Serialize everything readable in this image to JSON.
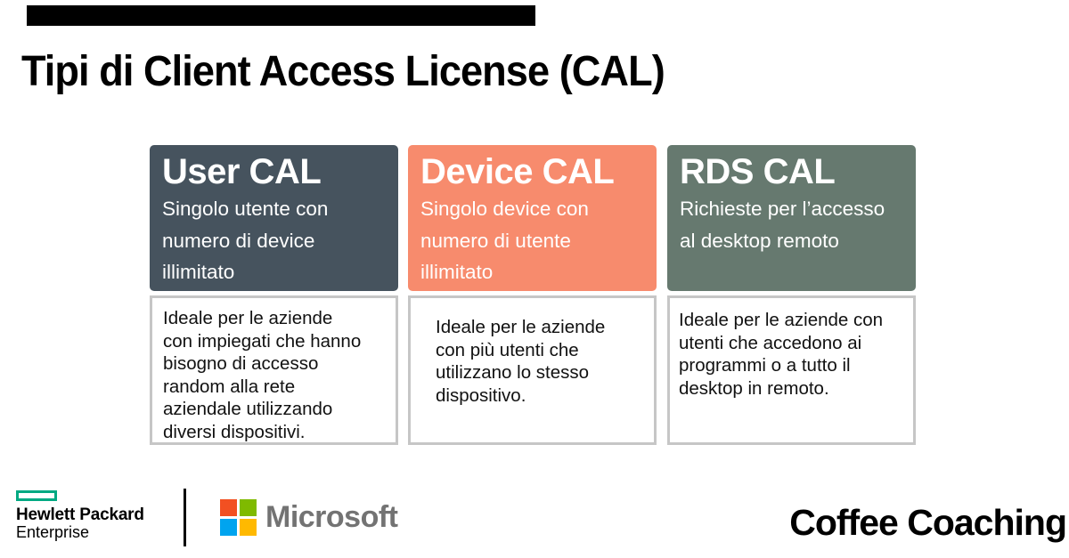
{
  "page": {
    "title": "Tipi di Client Access License (CAL)"
  },
  "cards": [
    {
      "title": "User CAL",
      "subtitle": "Singolo utente con\nnumero di device\nillimitato",
      "description": "Ideale per le aziende\ncon impiegati che hanno\nbisogno di accesso\nrandom alla rete\naziendale utilizzando\ndiversi dispositivi.",
      "header_color": "#46535E"
    },
    {
      "title": "Device CAL",
      "subtitle": "Singolo device con\nnumero di utente\nillimitato",
      "description": "Ideale per le aziende\ncon più utenti che\nutilizzano lo stesso\ndispositivo.",
      "header_color": "#F78B6D"
    },
    {
      "title": "RDS CAL",
      "subtitle": "Richieste per l’accesso\nal desktop remoto",
      "description": "Ideale per le aziende con\nutenti che accedono ai\nprogrammi o a tutto il\ndesktop in remoto.",
      "header_color": "#66796F"
    }
  ],
  "footer": {
    "hpe": {
      "line1": "Hewlett Packard",
      "line2": "Enterprise",
      "logo_color": "#01A982"
    },
    "microsoft": {
      "label": "Microsoft",
      "text_color": "#737373",
      "colors": {
        "top_left": "#F25022",
        "top_right": "#7FBA00",
        "bottom_left": "#00A4EF",
        "bottom_right": "#FFB900"
      }
    },
    "brand": "Coffee Coaching"
  }
}
